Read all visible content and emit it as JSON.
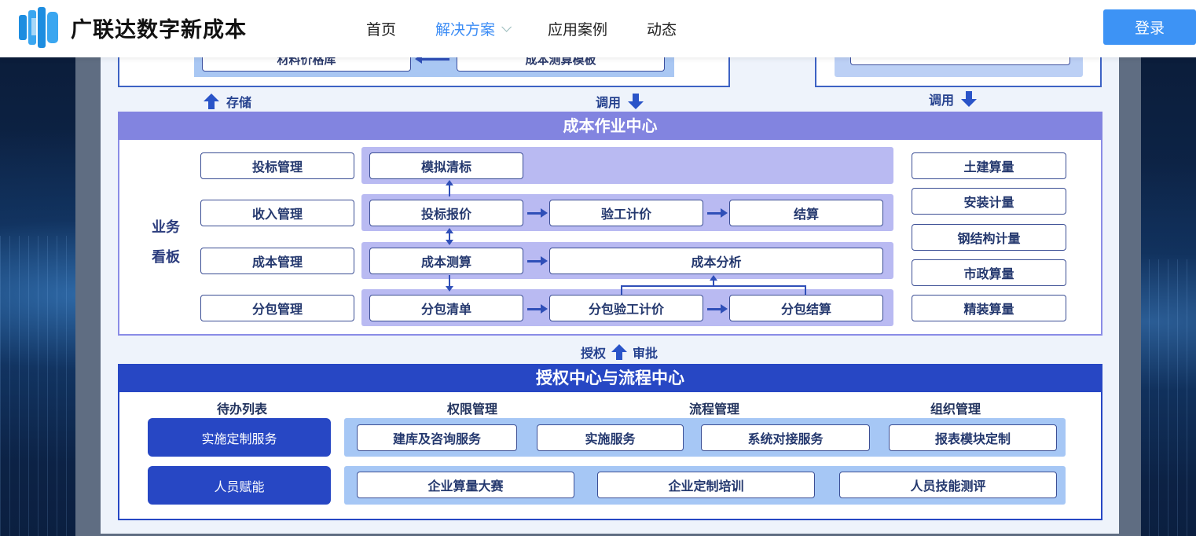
{
  "header": {
    "brand": "广联达数字新成本",
    "nav": [
      {
        "label": "首页"
      },
      {
        "label": "解决方案"
      },
      {
        "label": "应用案例"
      },
      {
        "label": "动态"
      }
    ],
    "login_label": "登录"
  },
  "top_remnant": {
    "left_box_1": "材料价格库",
    "left_box_2": "成本测算模板"
  },
  "connectors": {
    "store": "存储",
    "call_1": "调用",
    "call_2": "调用",
    "authorize": "授权",
    "approve": "审批"
  },
  "cost_center": {
    "title": "成本作业中心",
    "side_label_1": "业务",
    "side_label_2": "看板",
    "left_column": [
      "投标管理",
      "收入管理",
      "成本管理",
      "分包管理"
    ],
    "row1": [
      "模拟清标"
    ],
    "row2": [
      "投标报价",
      "验工计价",
      "结算"
    ],
    "row3": [
      "成本测算",
      "成本分析"
    ],
    "row4": [
      "分包清单",
      "分包验工计价",
      "分包结算"
    ],
    "right_column": [
      "土建算量",
      "安装计量",
      "钢结构计量",
      "市政算量",
      "精装算量"
    ]
  },
  "auth_center": {
    "title": "授权中心与流程中心",
    "column_heads": [
      "待办列表",
      "权限管理",
      "流程管理",
      "组织管理"
    ],
    "row1_label": "实施定制服务",
    "row1_items": [
      "建库及咨询服务",
      "实施服务",
      "系统对接服务",
      "报表模块定制"
    ],
    "row2_label": "人员赋能",
    "row2_items": [
      "企业算量大赛",
      "企业定制培训",
      "人员技能测评"
    ]
  },
  "colors": {
    "accent": "#3d8df5",
    "section1_header": "#8284e0",
    "section2_header": "#2747c4",
    "lane": "#b9baf2",
    "service_band": "#a6c7f5"
  }
}
